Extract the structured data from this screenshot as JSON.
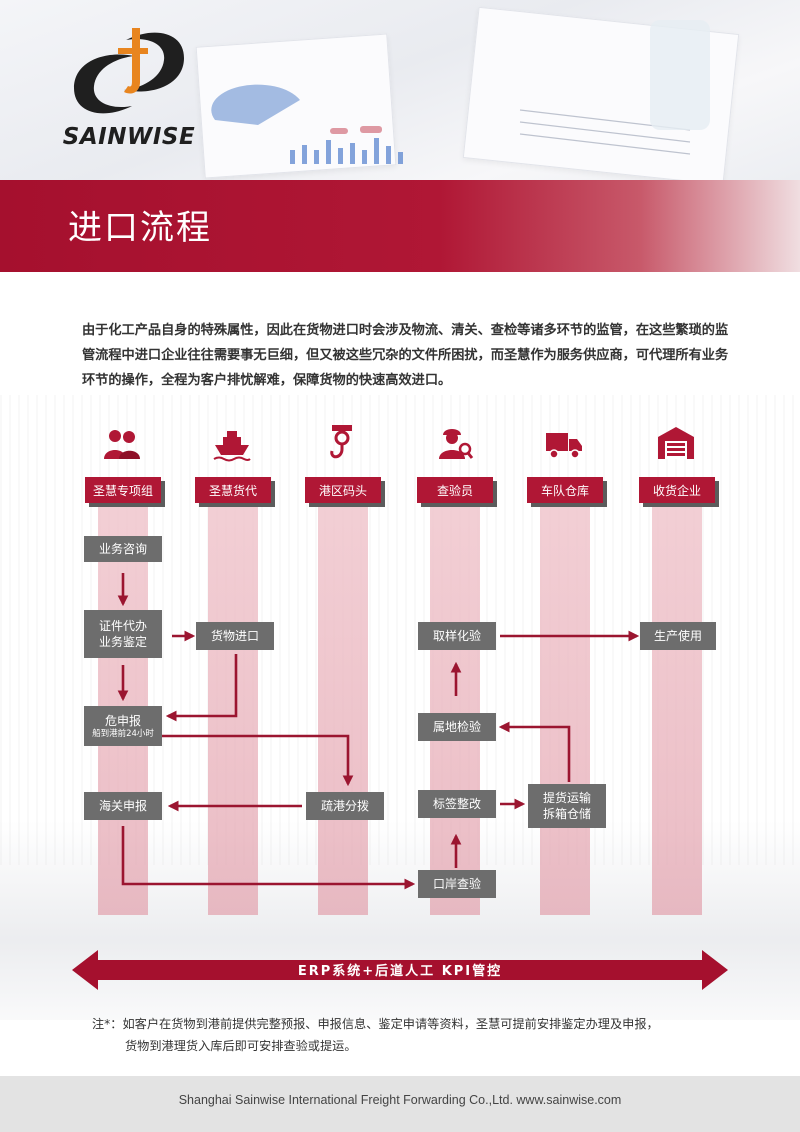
{
  "brand": {
    "name": "SAINWISE",
    "primary_color": "#b01735",
    "box_color": "#6d6d6d"
  },
  "page_title": "进口流程",
  "intro": "由于化工产品自身的特殊属性，因此在货物进口时会涉及物流、清关、查检等诸多环节的监管，在这些繁琐的监管流程中进口企业往往需要事无巨细，但又被这些冗杂的文件所困扰，而圣慧作为服务供应商，可代理所有业务环节的操作，全程为客户排忧解难，保障货物的快速高效进口。",
  "roles": [
    {
      "label": "圣慧专项组",
      "icon": "people-icon"
    },
    {
      "label": "圣慧货代",
      "icon": "ship-icon"
    },
    {
      "label": "港区码头",
      "icon": "crane-hook-icon"
    },
    {
      "label": "查验员",
      "icon": "inspector-icon"
    },
    {
      "label": "车队仓库",
      "icon": "truck-icon"
    },
    {
      "label": "收货企业",
      "icon": "warehouse-icon"
    }
  ],
  "steps": {
    "consult": "业务咨询",
    "docs_line1": "证件代办",
    "docs_line2": "业务鉴定",
    "cargo_import": "货物进口",
    "hazard_declare": "危申报",
    "hazard_note": "船到港前24小时",
    "customs_declare": "海关申报",
    "port_dredge": "疏港分拨",
    "port_inspection": "口岸查验",
    "label_fix": "标签整改",
    "pickup_line1": "提货运输",
    "pickup_line2": "拆箱仓储",
    "local_inspection": "属地检验",
    "sampling": "取样化验",
    "production": "生产使用"
  },
  "bottom_bar": "ERP系统+后道人工  KPI管控",
  "note": {
    "line1": "注*：如客户在货物到港前提供完整预报、申报信息、鉴定申请等资料，圣慧可提前安排鉴定办理及申报，",
    "line2": "货物到港理货入库后即可安排查验或提运。"
  },
  "footer": "Shanghai Sainwise International Freight Forwarding Co.,Ltd.    www.sainwise.com"
}
